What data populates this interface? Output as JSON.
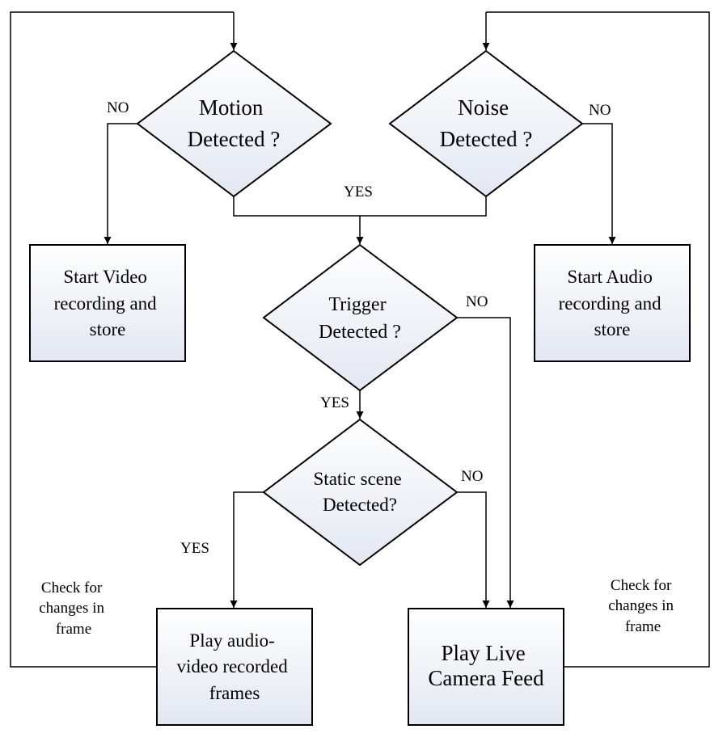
{
  "nodes": {
    "motion": [
      "Motion",
      "Detected ?"
    ],
    "noise": [
      "Noise",
      "Detected ?"
    ],
    "trigger": [
      "Trigger",
      "Detected ?"
    ],
    "static": [
      "Static scene",
      "Detected?"
    ],
    "video": [
      "Start Video",
      "recording and",
      "store"
    ],
    "audio": [
      "Start Audio",
      "recording and",
      "store"
    ],
    "play_recorded": [
      "Play audio-",
      "video recorded",
      "frames"
    ],
    "play_live": [
      "Play Live",
      "Camera Feed"
    ]
  },
  "edge_labels": {
    "motion_no": "NO",
    "noise_no": "NO",
    "motion_noise_yes": "YES",
    "trigger_no": "NO",
    "trigger_yes": "YES",
    "static_no": "NO",
    "static_yes": "YES",
    "loop_left": [
      "Check for",
      "changes in",
      "frame"
    ],
    "loop_right": [
      "Check for",
      "changes in",
      "frame"
    ]
  },
  "colors": {
    "fill_top": "#ffffff",
    "fill_bottom": "#e3e7f2",
    "stroke": "#000000"
  }
}
